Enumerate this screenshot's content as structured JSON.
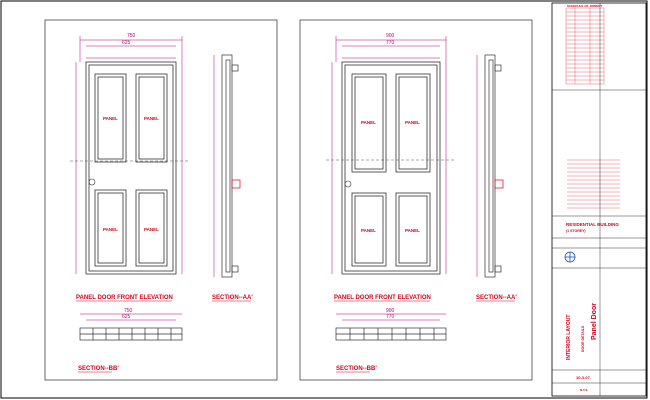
{
  "left_sheet": {
    "elevation_title": "PANEL DOOR FRONT ELEVATION",
    "section_aa_title": "SECTION--AA'",
    "section_bb_title": "SECTION--BB'",
    "panel_label": "PANEL",
    "overall_width": "750",
    "inner_width": "625",
    "section_width": "750",
    "section_inner": "625"
  },
  "right_sheet": {
    "elevation_title": "PANEL DOOR FRONT ELEVATION",
    "section_aa_title": "SECTION--AA'",
    "section_bb_title": "SECTION--BB'",
    "panel_label": "PANEL",
    "overall_width": "900",
    "inner_width": "770",
    "section_width": "900",
    "section_inner": "770"
  },
  "title_block": {
    "schedule_header": "SCHEDULE OF JOINERY",
    "project_name": "RESIDENTIAL BUILDING",
    "project_sub": "(1 STOREY)",
    "vertical_title": "INTERIOR LAYOUT",
    "vertical_sub": "Panel Door",
    "vertical_sub2": "DOOR DETAILS",
    "sheet_no": "10-3-07",
    "scale": "N.T.S."
  },
  "colors": {
    "red": "#d8001c",
    "magenta": "#b5007a",
    "line": "#333333",
    "sheet_border": "#000000"
  }
}
